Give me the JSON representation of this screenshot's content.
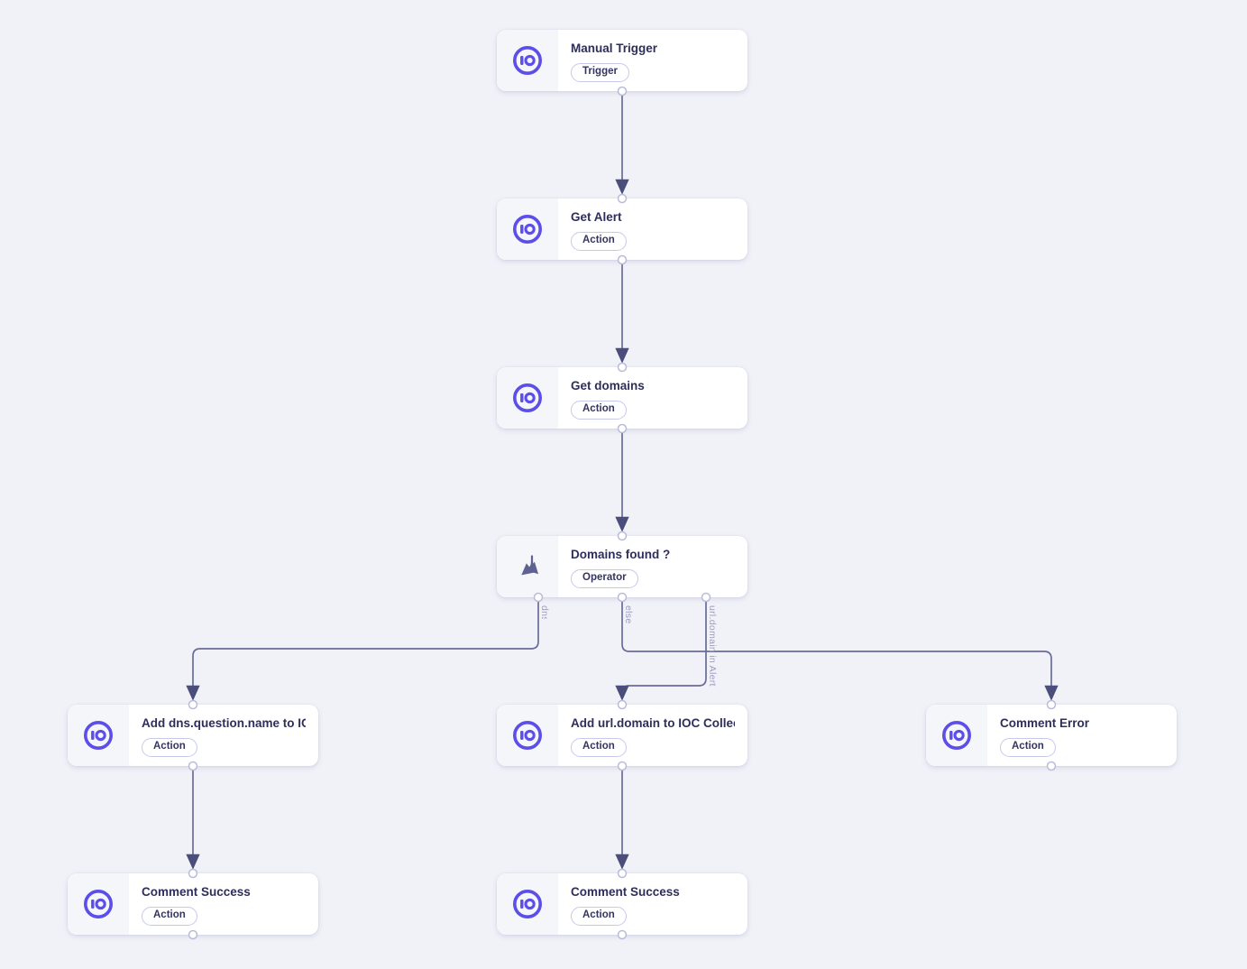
{
  "app": {
    "view": "playbook-workflow-canvas"
  },
  "colors": {
    "canvas_background": "#f1f2f8",
    "card_background": "#ffffff",
    "icon_strip_background": "#f5f6fa",
    "title_text": "#2e2e5a",
    "badge_border": "#c7c9ea",
    "badge_text": "#34355f",
    "edge_line": "#696c99",
    "arrowhead": "#4b4d7a",
    "port_border": "#b9bcd8",
    "edge_label_text": "#9a9dc1",
    "brand_purple": "#5c4ee8",
    "operator_icon": "#5f6290"
  },
  "nodes": [
    {
      "id": "manual-trigger",
      "title": "Manual Trigger",
      "badge": "Trigger",
      "icon": "sekoia-io-logo"
    },
    {
      "id": "get-alert",
      "title": "Get Alert",
      "badge": "Action",
      "icon": "sekoia-io-logo"
    },
    {
      "id": "get-domains",
      "title": "Get domains",
      "badge": "Action",
      "icon": "sekoia-io-logo"
    },
    {
      "id": "domains-found",
      "title": "Domains found ?",
      "badge": "Operator",
      "icon": "branch-split-icon"
    },
    {
      "id": "add-dns-to-ioc",
      "title": "Add dns.question.name to IOC ...",
      "badge": "Action",
      "icon": "sekoia-io-logo"
    },
    {
      "id": "add-url-to-ioc",
      "title": "Add url.domain to IOC Collection",
      "badge": "Action",
      "icon": "sekoia-io-logo"
    },
    {
      "id": "comment-error",
      "title": "Comment Error",
      "badge": "Action",
      "icon": "sekoia-io-logo"
    },
    {
      "id": "comment-success-left",
      "title": "Comment Success",
      "badge": "Action",
      "icon": "sekoia-io-logo"
    },
    {
      "id": "comment-success-center",
      "title": "Comment Success",
      "badge": "Action",
      "icon": "sekoia-io-logo"
    }
  ],
  "edges": {
    "labels": {
      "dns": "dns.question.name in Alert",
      "else": "else",
      "url": "url.domain in Alert"
    },
    "connections": [
      {
        "from": "manual-trigger",
        "to": "get-alert"
      },
      {
        "from": "get-alert",
        "to": "get-domains"
      },
      {
        "from": "get-domains",
        "to": "domains-found"
      },
      {
        "from": "domains-found",
        "to": "add-dns-to-ioc",
        "label": "dns.question.name in Alert"
      },
      {
        "from": "domains-found",
        "to": "comment-error",
        "label": "else"
      },
      {
        "from": "domains-found",
        "to": "add-url-to-ioc",
        "label": "url.domain in Alert"
      },
      {
        "from": "add-dns-to-ioc",
        "to": "comment-success-left"
      },
      {
        "from": "add-url-to-ioc",
        "to": "comment-success-center"
      }
    ]
  }
}
